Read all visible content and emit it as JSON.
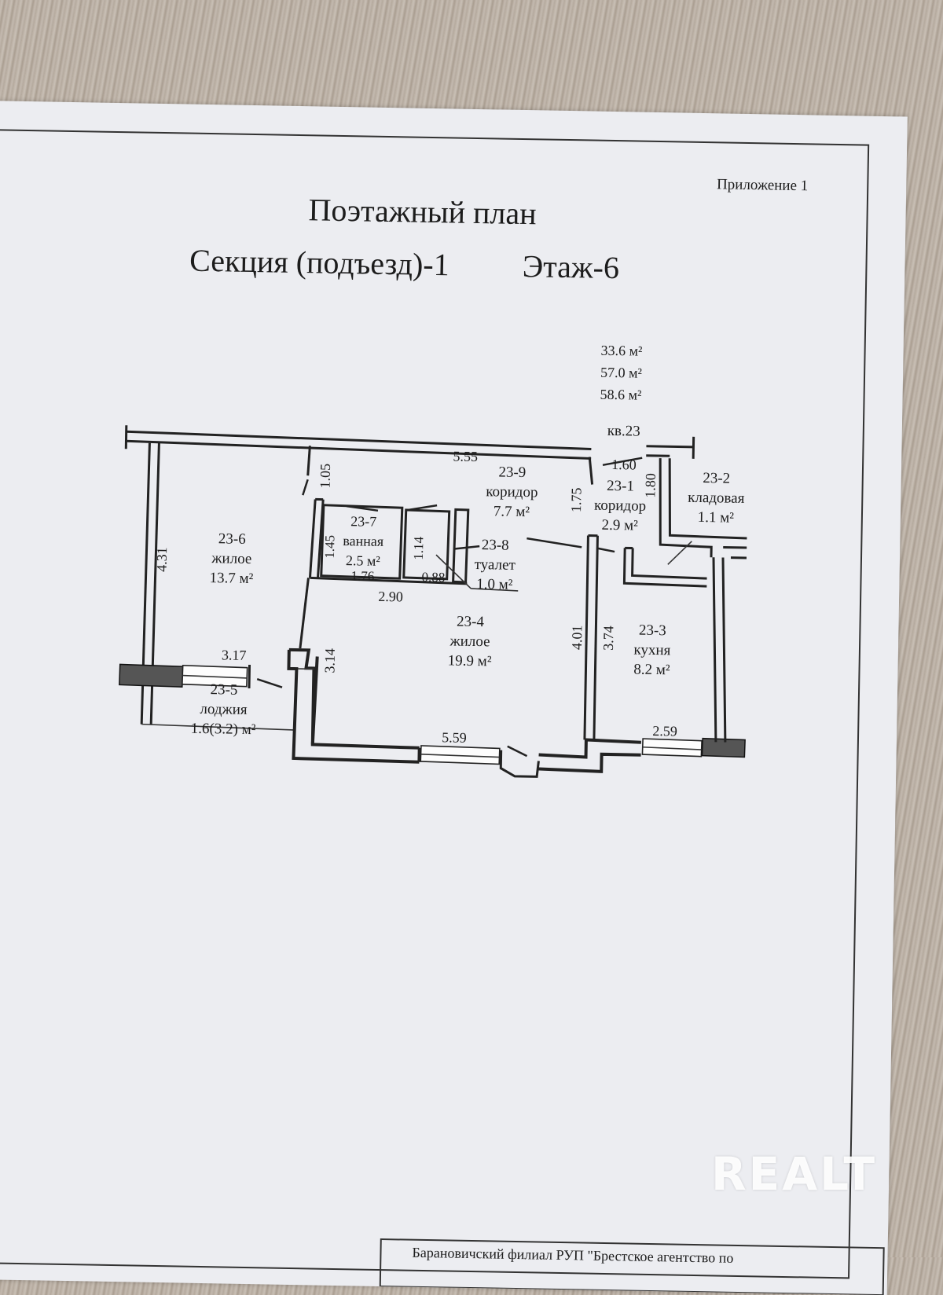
{
  "header": {
    "appendix": "Приложение 1",
    "title": "Поэтажный план",
    "section": "Секция (подъезд)-1",
    "floor": "Этаж-6"
  },
  "areas": {
    "living": "33.6 м²",
    "total": "57.0 м²",
    "total_with_loggia": "58.6 м²",
    "apartment": "кв.23"
  },
  "rooms": [
    {
      "id": "23-1",
      "name": "коридор",
      "area": "2.9 м²"
    },
    {
      "id": "23-2",
      "name": "кладовая",
      "area": "1.1 м²"
    },
    {
      "id": "23-3",
      "name": "кухня",
      "area": "8.2 м²"
    },
    {
      "id": "23-4",
      "name": "жилое",
      "area": "19.9 м²"
    },
    {
      "id": "23-5",
      "name": "лоджия",
      "area": "1.6(3.2) м²"
    },
    {
      "id": "23-6",
      "name": "жилое",
      "area": "13.7 м²"
    },
    {
      "id": "23-7",
      "name": "ванная",
      "area": "2.5 м²"
    },
    {
      "id": "23-8",
      "name": "туалет",
      "area": "1.0 м²"
    },
    {
      "id": "23-9",
      "name": "коридор",
      "area": "7.7 м²"
    }
  ],
  "dimensions": {
    "d_5_55": "5.55",
    "d_1_05": "1.05",
    "d_1_75": "1.75",
    "d_1_60": "1.60",
    "d_1_80": "1.80",
    "d_4_31": "4.31",
    "d_1_45": "1.45",
    "d_1_14": "1.14",
    "d_1_76": "1.76",
    "d_0_88": "0.88",
    "d_2_90": "2.90",
    "d_4_01": "4.01",
    "d_3_74": "3.74",
    "d_3_17": "3.17",
    "d_3_14": "3.14",
    "d_5_59": "5.59",
    "d_2_59": "2.59"
  },
  "footer": {
    "agency": "Барановичский филиал РУП \"Брестское агентство по"
  },
  "watermark": "REALT"
}
